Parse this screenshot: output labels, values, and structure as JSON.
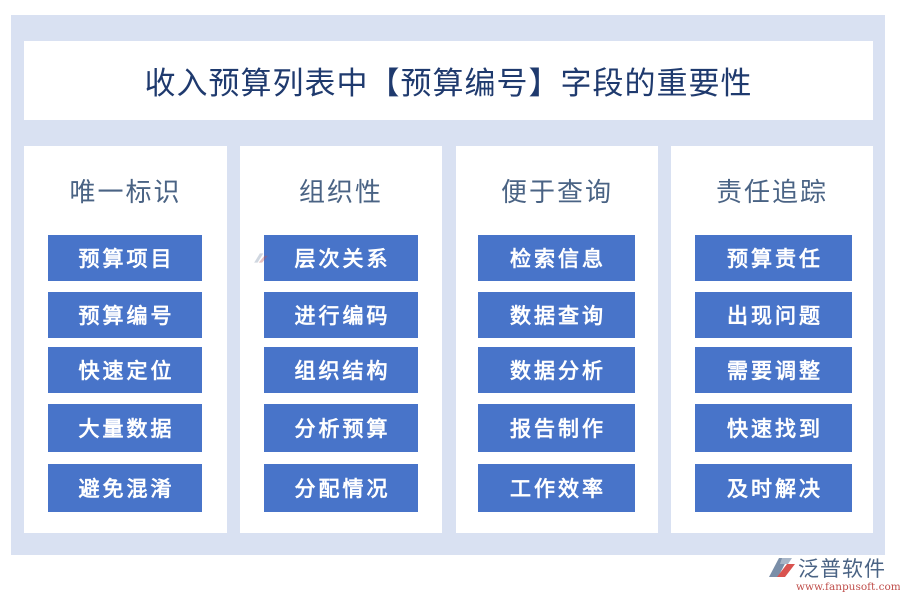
{
  "title": "收入预算列表中【预算编号】字段的重要性",
  "colors": {
    "frame_bg": "#d9e1f2",
    "panel_bg": "#ffffff",
    "button_bg": "#4874c9",
    "button_text": "#ffffff",
    "title_text": "#1f3a6e",
    "heading_text": "#4a6384"
  },
  "columns": [
    {
      "heading": "唯一标识",
      "items": [
        "预算项目",
        "预算编号",
        "快速定位",
        "大量数据",
        "避免混淆"
      ]
    },
    {
      "heading": "组织性",
      "items": [
        "层次关系",
        "进行编码",
        "组织结构",
        "分析预算",
        "分配情况"
      ]
    },
    {
      "heading": "便于查询",
      "items": [
        "检索信息",
        "数据查询",
        "数据分析",
        "报告制作",
        "工作效率"
      ]
    },
    {
      "heading": "责任追踪",
      "items": [
        "预算责任",
        "出现问题",
        "需要调整",
        "快速找到",
        "及时解决"
      ]
    }
  ],
  "logo": {
    "icon": "fanpu-logo-icon",
    "name": "泛普软件",
    "url": "www.fanpusoft.com"
  }
}
